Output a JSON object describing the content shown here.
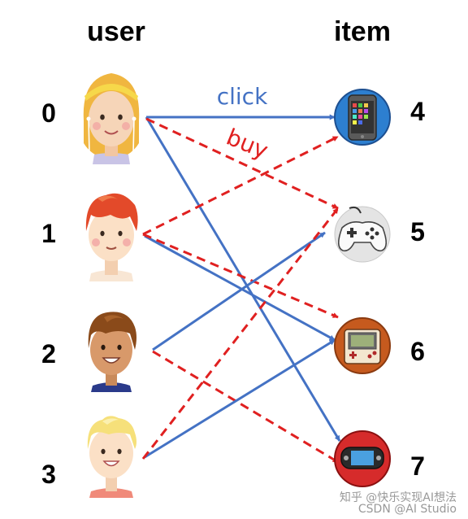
{
  "headers": {
    "users": "user",
    "items": "item"
  },
  "users": [
    {
      "id": "0"
    },
    {
      "id": "1"
    },
    {
      "id": "2"
    },
    {
      "id": "3"
    }
  ],
  "items": [
    {
      "id": "4",
      "icon": "smartphone-icon"
    },
    {
      "id": "5",
      "icon": "gamepad-icon"
    },
    {
      "id": "6",
      "icon": "handheld-console-icon"
    },
    {
      "id": "7",
      "icon": "portable-console-icon"
    }
  ],
  "edge_types": {
    "click": {
      "label": "click",
      "color": "#4472c4",
      "style": "solid"
    },
    "buy": {
      "label": "buy",
      "color": "#e02020",
      "style": "dashed"
    }
  },
  "edges": [
    {
      "from": "0",
      "to": "4",
      "type": "click"
    },
    {
      "from": "0",
      "to": "7",
      "type": "click"
    },
    {
      "from": "0",
      "to": "5",
      "type": "buy"
    },
    {
      "from": "1",
      "to": "6",
      "type": "click"
    },
    {
      "from": "1",
      "to": "4",
      "type": "buy"
    },
    {
      "from": "1",
      "to": "6",
      "type": "buy"
    },
    {
      "from": "2",
      "to": "5",
      "type": "click"
    },
    {
      "from": "2",
      "to": "7",
      "type": "buy"
    },
    {
      "from": "3",
      "to": "6",
      "type": "click"
    },
    {
      "from": "3",
      "to": "5",
      "type": "buy"
    }
  ],
  "watermark": {
    "line1": "知乎 @快乐实现AI想法",
    "line2": "CSDN @AI Studio"
  }
}
